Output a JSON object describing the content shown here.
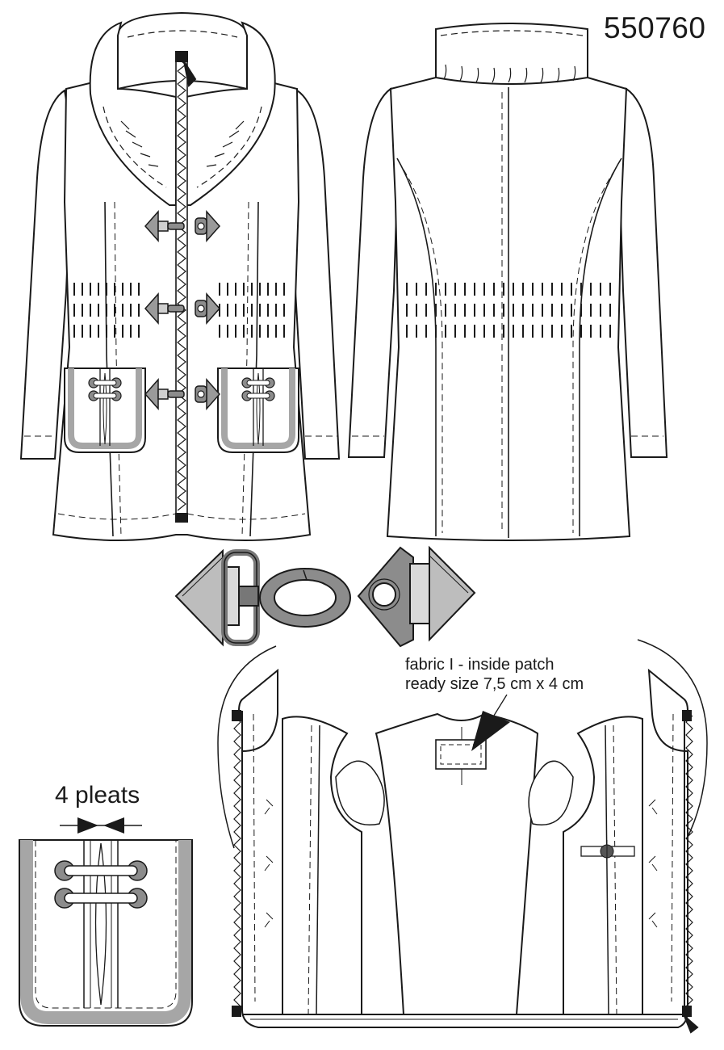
{
  "pattern_number": "550760",
  "annotations": {
    "inside_patch_line1": "fabric I - inside patch",
    "inside_patch_line2": "ready size 7,5 cm x 4 cm",
    "pleats": "4 pleats"
  },
  "colors": {
    "line": "#1a1a1a",
    "toggle_gray": "#8c8c8c",
    "toggle_light": "#bdbdbd",
    "trim_gray": "#a6a6a6",
    "dark": "#555555"
  }
}
